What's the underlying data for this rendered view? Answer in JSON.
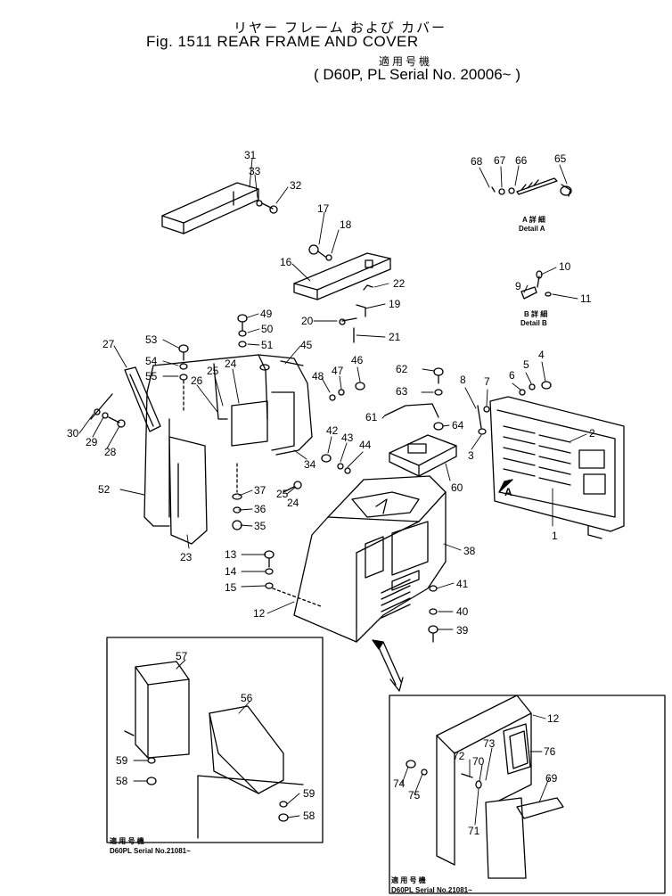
{
  "header": {
    "title_jp": "リヤー フレーム および カバー",
    "title_fig": "Fig. 1511  REAR FRAME AND COVER",
    "applic_jp": "適用号機",
    "serial": "( D60P, PL Serial No. 20006~ )"
  },
  "details": {
    "a_jp": "A 詳 細",
    "a_en": "Detail A",
    "b_jp": "B 詳 細",
    "b_en": "Detail B"
  },
  "insets": {
    "left_jp": "適 用 号 機",
    "left_serial": "D60PL Serial No.21081~",
    "right_jp": "適 用 号 機",
    "right_serial": "D60PL Serial No.21081~"
  },
  "arrow_label": "A",
  "callouts": [
    {
      "id": "c31",
      "text": "31"
    },
    {
      "id": "c33",
      "text": "33"
    },
    {
      "id": "c32",
      "text": "32"
    },
    {
      "id": "c17",
      "text": "17"
    },
    {
      "id": "c18",
      "text": "18"
    },
    {
      "id": "c16",
      "text": "16"
    },
    {
      "id": "c22",
      "text": "22"
    },
    {
      "id": "c19",
      "text": "19"
    },
    {
      "id": "c20",
      "text": "20"
    },
    {
      "id": "c21",
      "text": "21"
    },
    {
      "id": "c49",
      "text": "49"
    },
    {
      "id": "c50",
      "text": "50"
    },
    {
      "id": "c51",
      "text": "51"
    },
    {
      "id": "c45",
      "text": "45"
    },
    {
      "id": "c27",
      "text": "27"
    },
    {
      "id": "c53",
      "text": "53"
    },
    {
      "id": "c54",
      "text": "54"
    },
    {
      "id": "c55",
      "text": "55"
    },
    {
      "id": "c25",
      "text": "25"
    },
    {
      "id": "c26",
      "text": "26"
    },
    {
      "id": "c24",
      "text": "24"
    },
    {
      "id": "c48",
      "text": "48"
    },
    {
      "id": "c47",
      "text": "47"
    },
    {
      "id": "c46",
      "text": "46"
    },
    {
      "id": "c62",
      "text": "62"
    },
    {
      "id": "c63",
      "text": "63"
    },
    {
      "id": "c8",
      "text": "8"
    },
    {
      "id": "c7",
      "text": "7"
    },
    {
      "id": "c6",
      "text": "6"
    },
    {
      "id": "c5",
      "text": "5"
    },
    {
      "id": "c4",
      "text": "4"
    },
    {
      "id": "c61",
      "text": "61"
    },
    {
      "id": "c64",
      "text": "64"
    },
    {
      "id": "c3",
      "text": "3"
    },
    {
      "id": "c2",
      "text": "2"
    },
    {
      "id": "c30",
      "text": "30"
    },
    {
      "id": "c29",
      "text": "29"
    },
    {
      "id": "c28",
      "text": "28"
    },
    {
      "id": "c42",
      "text": "42"
    },
    {
      "id": "c43",
      "text": "43"
    },
    {
      "id": "c44",
      "text": "44"
    },
    {
      "id": "c34",
      "text": "34"
    },
    {
      "id": "c60",
      "text": "60"
    },
    {
      "id": "c52",
      "text": "52"
    },
    {
      "id": "c37",
      "text": "37"
    },
    {
      "id": "c25b",
      "text": "25"
    },
    {
      "id": "c24b",
      "text": "24"
    },
    {
      "id": "c36",
      "text": "36"
    },
    {
      "id": "c35",
      "text": "35"
    },
    {
      "id": "c1",
      "text": "1"
    },
    {
      "id": "c23",
      "text": "23"
    },
    {
      "id": "c38",
      "text": "38"
    },
    {
      "id": "c13",
      "text": "13"
    },
    {
      "id": "c14",
      "text": "14"
    },
    {
      "id": "c15",
      "text": "15"
    },
    {
      "id": "c41",
      "text": "41"
    },
    {
      "id": "c40",
      "text": "40"
    },
    {
      "id": "c12",
      "text": "12"
    },
    {
      "id": "c39",
      "text": "39"
    },
    {
      "id": "c68",
      "text": "68"
    },
    {
      "id": "c67",
      "text": "67"
    },
    {
      "id": "c66",
      "text": "66"
    },
    {
      "id": "c65",
      "text": "65"
    },
    {
      "id": "c10",
      "text": "10"
    },
    {
      "id": "c9",
      "text": "9"
    },
    {
      "id": "c11",
      "text": "11"
    },
    {
      "id": "c57",
      "text": "57"
    },
    {
      "id": "c56",
      "text": "56"
    },
    {
      "id": "c59",
      "text": "59"
    },
    {
      "id": "c58",
      "text": "58"
    },
    {
      "id": "c59b",
      "text": "59"
    },
    {
      "id": "c58b",
      "text": "58"
    },
    {
      "id": "c12b",
      "text": "12"
    },
    {
      "id": "c73",
      "text": "73"
    },
    {
      "id": "c76",
      "text": "76"
    },
    {
      "id": "c72",
      "text": "72"
    },
    {
      "id": "c70",
      "text": "70"
    },
    {
      "id": "c74",
      "text": "74"
    },
    {
      "id": "c75",
      "text": "75"
    },
    {
      "id": "c69",
      "text": "69"
    },
    {
      "id": "c71",
      "text": "71"
    }
  ]
}
